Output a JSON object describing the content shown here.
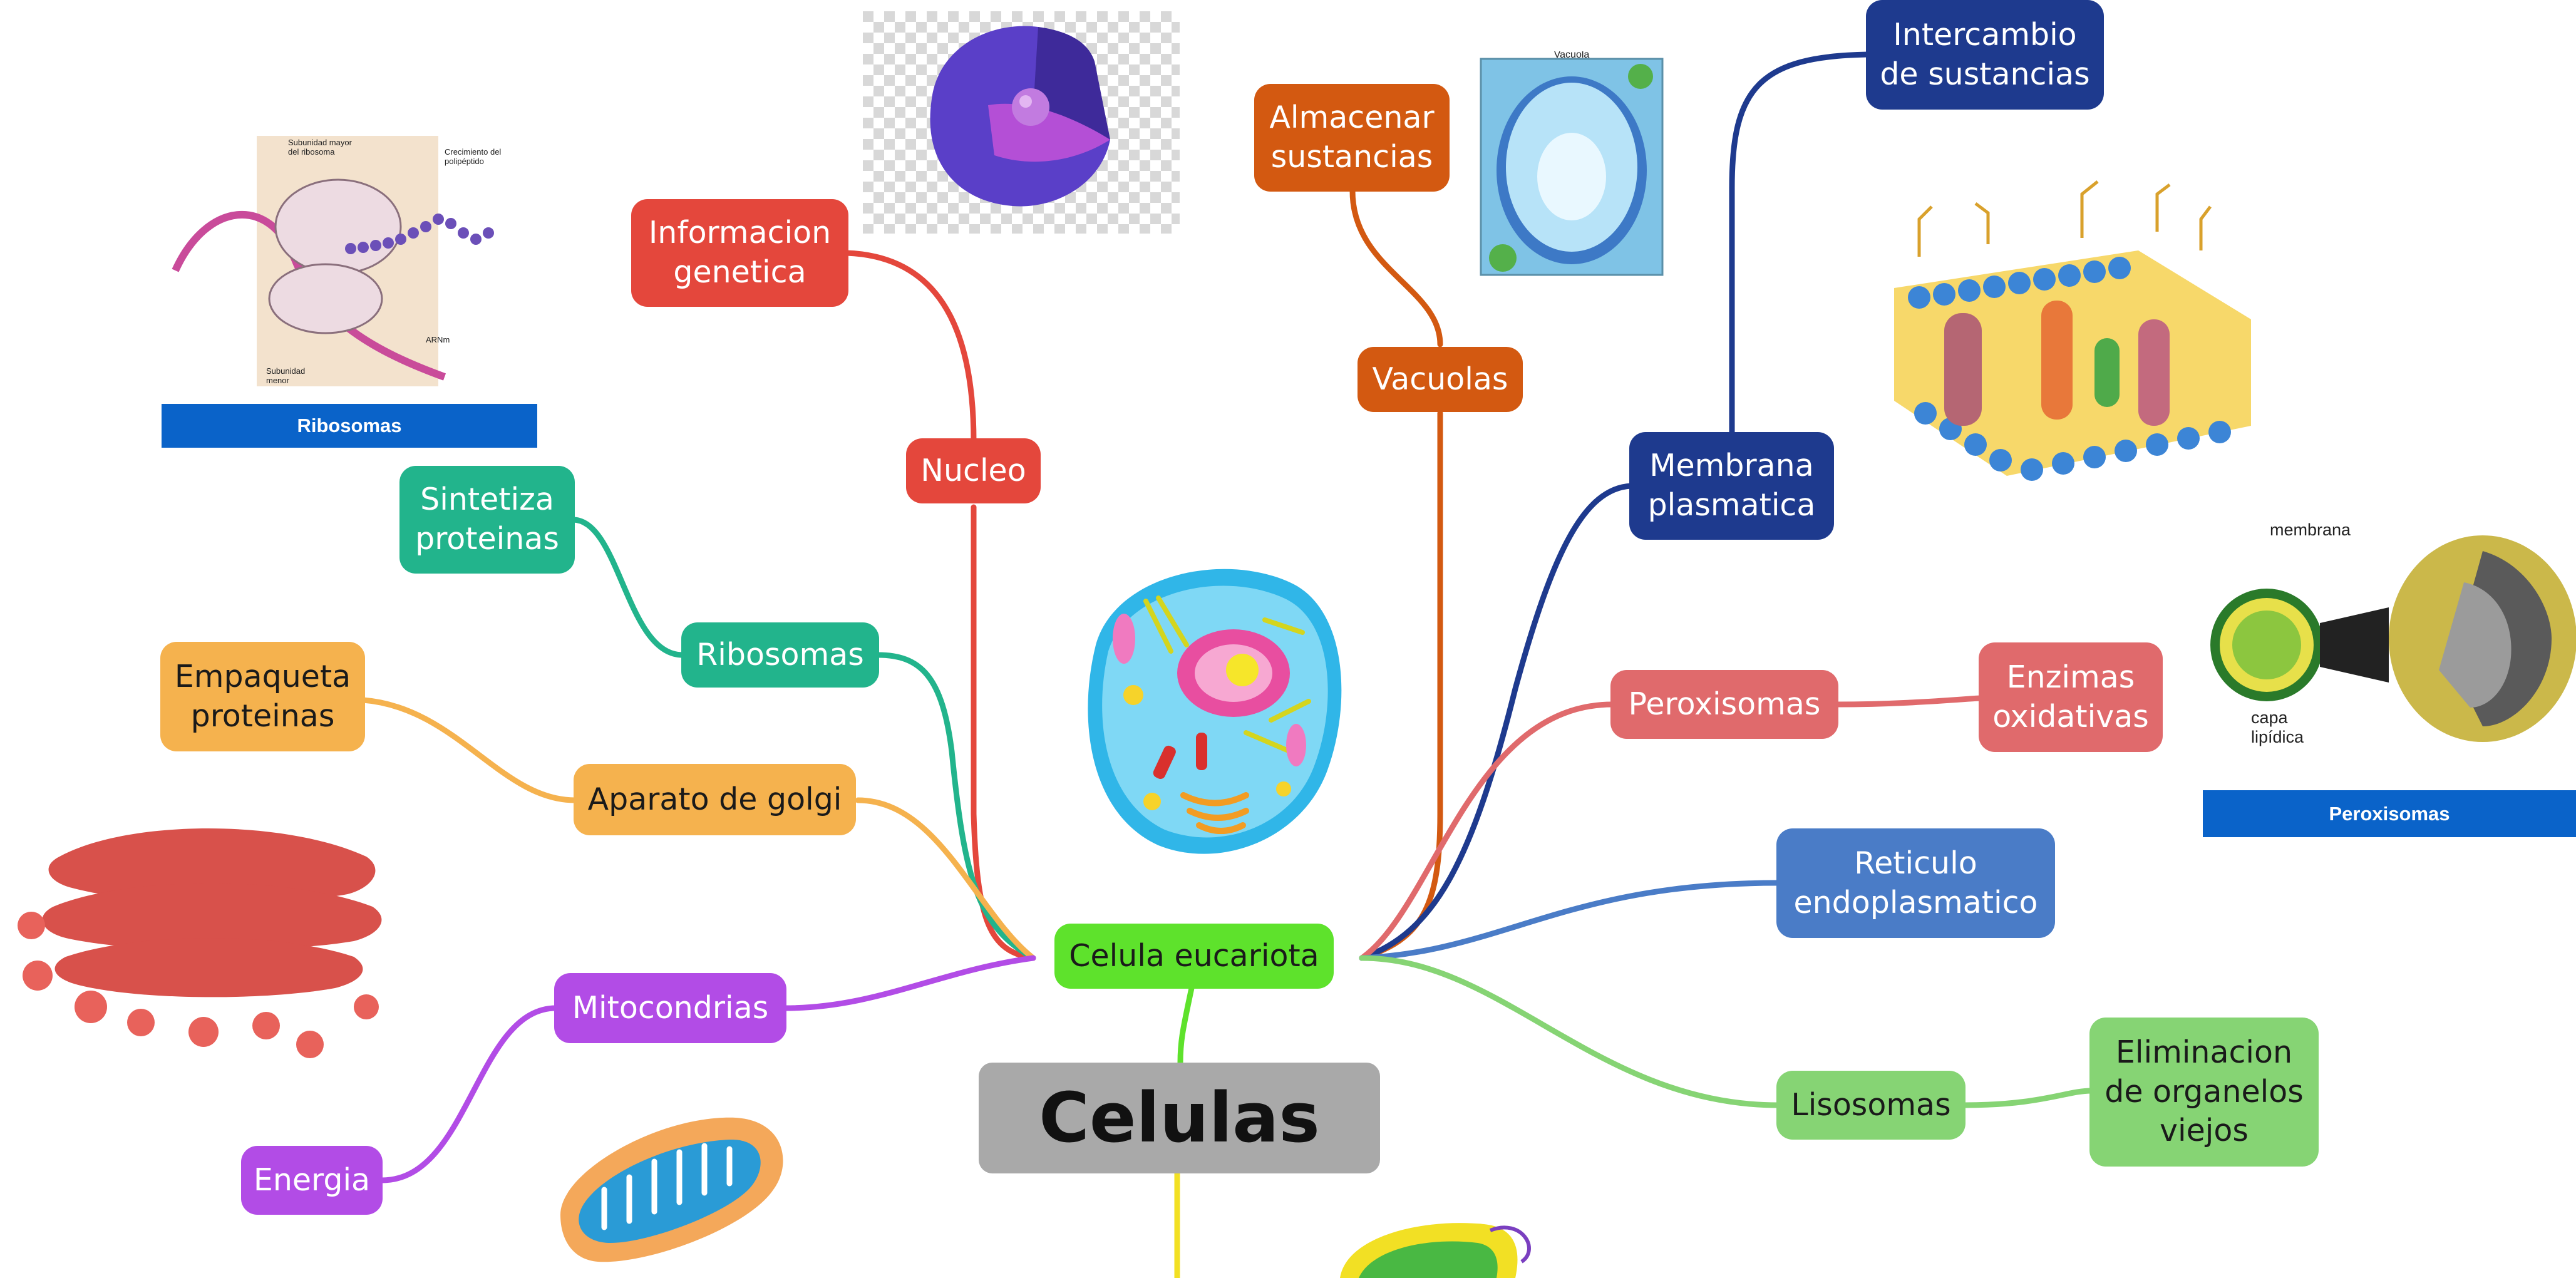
{
  "central_topic": {
    "label": "Celulas",
    "color": "#a9a9a9"
  },
  "main_node": {
    "label": "Celula eucariota",
    "color": "#5ee22c"
  },
  "branches": [
    {
      "id": "nucleo",
      "label": "Nucleo",
      "color": "#e4473c",
      "detail": "Informacion\ngenetica"
    },
    {
      "id": "vacuolas",
      "label": "Vacuolas",
      "color": "#d35911",
      "detail": "Almacenar\nsustancias"
    },
    {
      "id": "membrana",
      "label": "Membrana\nplasmatica",
      "color": "#1e3a8e",
      "detail": "Intercambio\nde sustancias"
    },
    {
      "id": "ribosomas",
      "label": "Ribosomas",
      "color": "#22b48c",
      "detail": "Sintetiza\nproteinas"
    },
    {
      "id": "golgi",
      "label": "Aparato de golgi",
      "color": "#f5b24e",
      "detail": "Empaqueta\nproteinas"
    },
    {
      "id": "mitocondrias",
      "label": "Mitocondrias",
      "color": "#b24ce6",
      "detail": "Energia"
    },
    {
      "id": "peroxisomas",
      "label": "Peroxisomas",
      "color": "#e06a6c",
      "detail": "Enzimas\noxidativas"
    },
    {
      "id": "reticulo",
      "label": "Reticulo\nendoplasmatico",
      "color": "#4a7cc7",
      "detail": ""
    },
    {
      "id": "lisosomas",
      "label": "Lisosomas",
      "color": "#86d474",
      "detail": "Eliminacion\nde organelos\nviejos"
    }
  ],
  "image_captions": {
    "ribosomas": "Ribosomas",
    "peroxisomas": "Peroxisomas"
  },
  "ribosome_labels": {
    "subunidad_mayor": "Subunidad mayor\ndel ribosoma",
    "crecimiento": "Crecimiento del\npolipéptido",
    "arnm": "ARNm",
    "subunidad_menor": "Subunidad\nmenor"
  },
  "peroxisome_labels": {
    "membrana": "membrana",
    "capa": "capa\nlipídica"
  },
  "vacuole_label": "Vacuola"
}
